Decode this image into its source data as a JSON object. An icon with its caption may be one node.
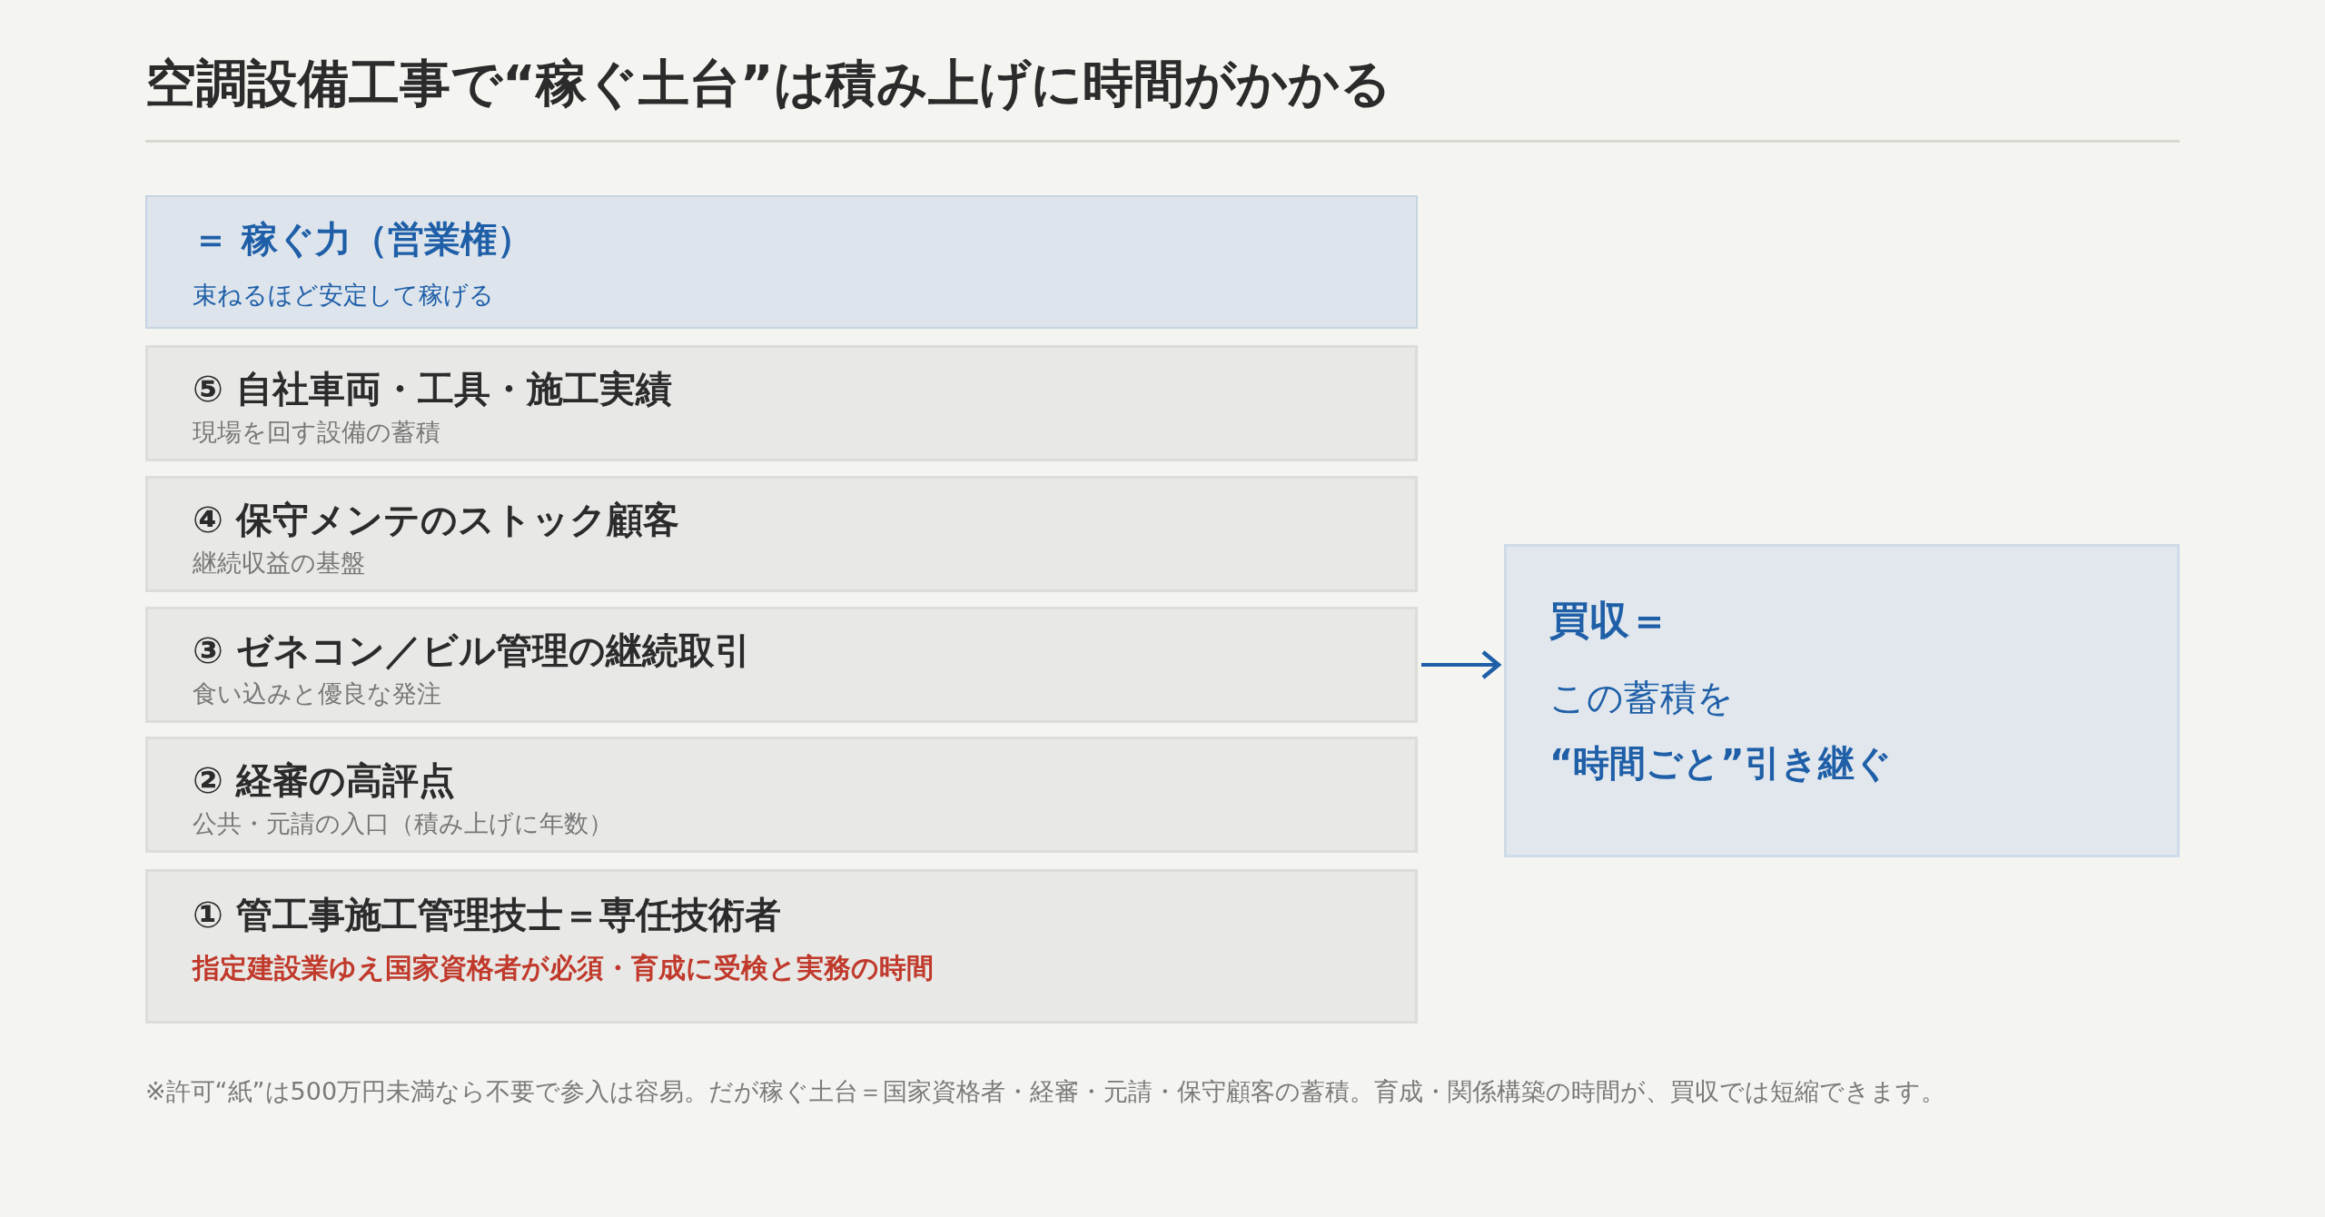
{
  "diagram": {
    "title": "空調設備工事で“稼ぐ土台”は積み上げに時間がかかる",
    "nodes": [
      {
        "text": [
          "＝ 稼ぐ力（営業権）",
          "束ねるほど安定して稼げる"
        ]
      },
      {
        "text": [
          "⑤ 自社車両・工具・施工実績",
          "現場を回す設備の蓄積"
        ]
      },
      {
        "text": [
          "④ 保守メンテのストック顧客",
          "継続収益の基盤"
        ]
      },
      {
        "text": [
          "③ ゼネコン／ビル管理の継続取引",
          "食い込みと優良な発注"
        ]
      },
      {
        "text": [
          "② 経審の高評点",
          "公共・元請の入口（積み上げに年数）"
        ]
      },
      {
        "text": [
          "① 管工事施工管理技士＝専任技術者",
          "指定建設業ゆえ国家資格者が必須・育成に受検と実務の時間"
        ]
      },
      {
        "text": [
          "買収＝",
          "この蓄積を",
          "“時間ごと”引き継ぐ"
        ]
      }
    ],
    "edges": [
      {
        "from": 3,
        "to": 6,
        "arrow": "to"
      }
    ],
    "labels": [
      "※許可“紙”は500万円未満なら不要で参入は容易。だが稼ぐ土台＝国家資格者・経審・元請・保守顧客の蓄積。育成・関係構築の時間が、買収では短縮できます。"
    ]
  }
}
